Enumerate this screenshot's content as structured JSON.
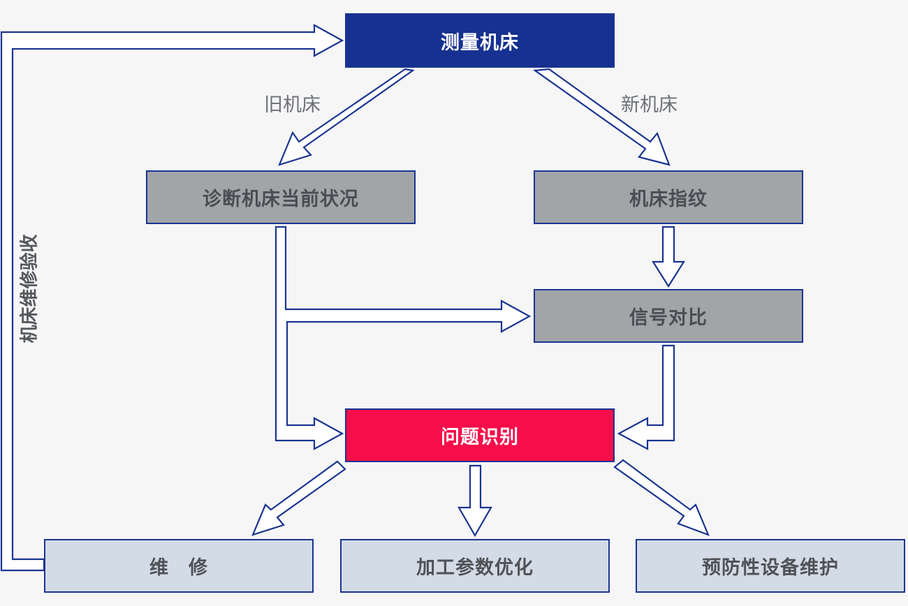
{
  "nodes": {
    "measure": "测量机床",
    "diagnose": "诊断机床当前状况",
    "fingerprint": "机床指纹",
    "compare": "信号对比",
    "identify": "问题识别",
    "repair": "维　修",
    "params": "加工参数优化",
    "maintenance": "预防性设备维护"
  },
  "labels": {
    "old_machine": "旧机床",
    "new_machine": "新机床",
    "repair_acceptance": "机床维修验收"
  },
  "colors": {
    "primary_blue": "#173190",
    "alert_red": "#f70d49",
    "gray_box": "#a2a5a8",
    "light_box": "#d3dbe6",
    "arrow_stroke": "#1a3491"
  }
}
